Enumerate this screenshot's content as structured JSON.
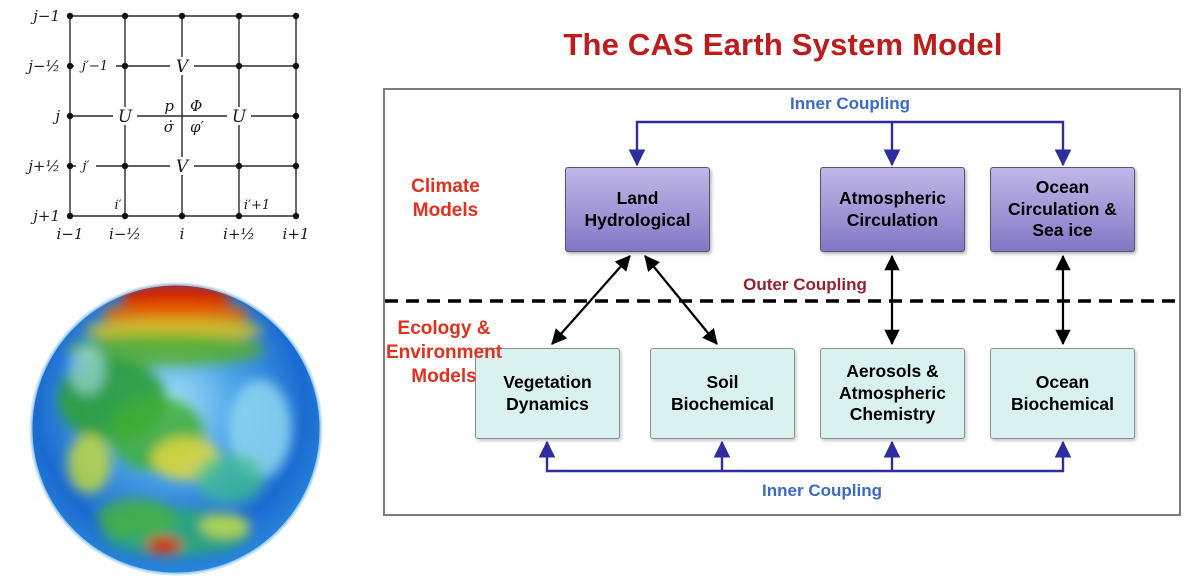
{
  "figure": {
    "grid": {
      "row_labels": [
        "j−1",
        "j−½",
        "j",
        "j+½",
        "j+1"
      ],
      "col_labels": [
        "i−1",
        "i−½",
        "i",
        "i+½",
        "i+1"
      ],
      "u": "U",
      "v": "V",
      "center": {
        "p": "p",
        "phi": "Φ",
        "sigma_dot": "σ̇",
        "phi_prime": "φ′"
      },
      "half_row_labels": [
        "j′−1",
        "j′"
      ],
      "half_col_labels": [
        "i′",
        "i′+1"
      ]
    },
    "esm": {
      "title": "The CAS Earth System Model",
      "inner_coupling_top": "Inner Coupling",
      "inner_coupling_bottom": "Inner Coupling",
      "outer_coupling": "Outer Coupling",
      "climate_group_label": "Climate\nModels",
      "ecology_group_label": "Ecology &\nEnvironment\nModels",
      "climate_boxes": [
        {
          "label": "Land\nHydrological"
        },
        {
          "label": "Atmospheric\nCirculation"
        },
        {
          "label": "Ocean\nCirculation &\nSea ice"
        }
      ],
      "ecology_boxes": [
        {
          "label": "Vegetation\nDynamics"
        },
        {
          "label": "Soil\nBiochemical"
        },
        {
          "label": "Aerosols &\nAtmospheric\nChemistry"
        },
        {
          "label": "Ocean\nBiochemical"
        }
      ],
      "colors": {
        "title_red": "#c01b1b",
        "group_label_red": "#e2301d",
        "inner_coupling_blue": "#3a6bc8",
        "outer_coupling_maroon": "#99202a",
        "arrow_navy": "#2d2d9e",
        "climate_box_purple": "#9c92d4",
        "ecology_box_cyan": "#d9f2ef",
        "frame_gray": "#7c7c7c"
      }
    }
  }
}
